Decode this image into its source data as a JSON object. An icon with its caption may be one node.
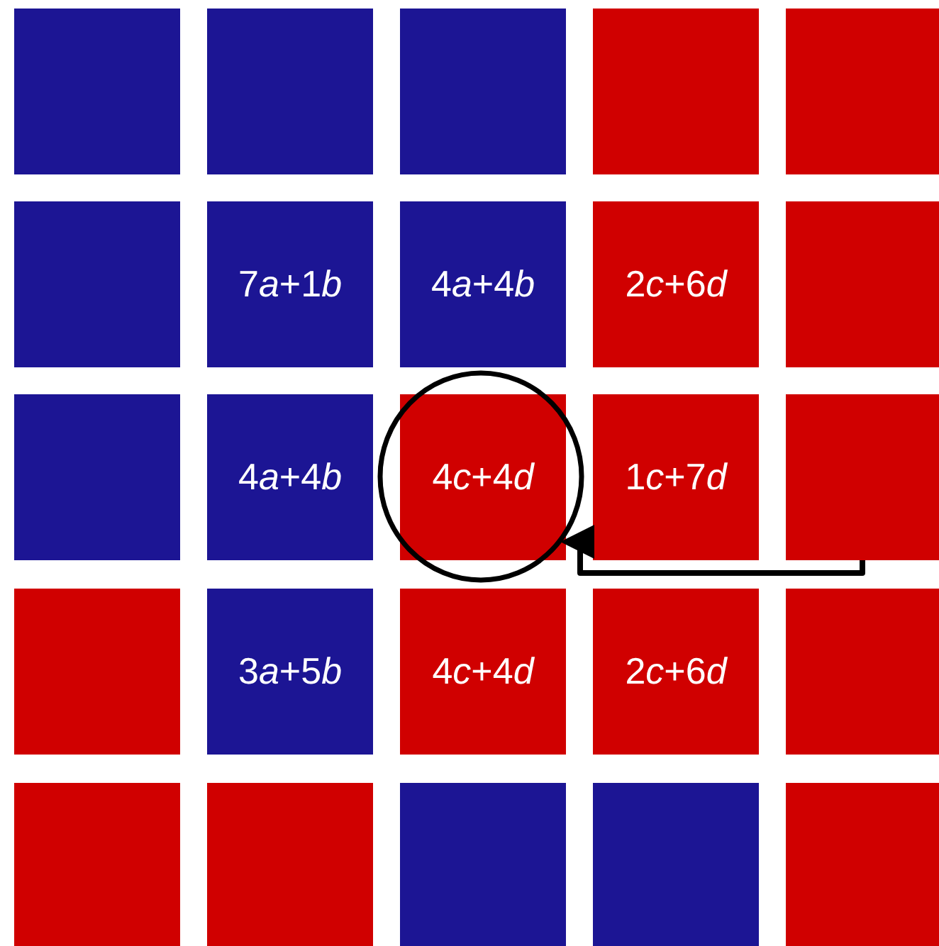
{
  "diagram": {
    "nodes": [
      {
        "text": [],
        "shape": "box"
      },
      {
        "text": [],
        "shape": "box"
      },
      {
        "text": [],
        "shape": "box"
      },
      {
        "text": [],
        "shape": "box"
      },
      {
        "text": [],
        "shape": "box"
      },
      {
        "text": [],
        "shape": "box"
      },
      {
        "text": [
          "7a+1b"
        ]
      },
      {
        "text": [
          "4a+4b"
        ]
      },
      {
        "text": [
          "2c+6d"
        ]
      },
      {
        "text": [],
        "shape": "box"
      },
      {
        "text": [],
        "shape": "box"
      },
      {
        "text": [
          "4a+4b"
        ]
      },
      {
        "text": [
          "4c+4d"
        ]
      },
      {
        "text": [
          "1c+7d"
        ]
      },
      {
        "text": [],
        "shape": "box"
      },
      {
        "text": [],
        "shape": "box"
      },
      {
        "text": [
          "3a+5b"
        ]
      },
      {
        "text": [
          "4c+4d"
        ]
      },
      {
        "text": [
          "2c+6d"
        ]
      },
      {
        "text": [],
        "shape": "box"
      },
      {
        "text": [],
        "shape": "box"
      },
      {
        "text": [],
        "shape": "box"
      },
      {
        "text": [],
        "shape": "box"
      },
      {
        "text": [],
        "shape": "box"
      },
      {
        "text": [],
        "shape": "box"
      }
    ],
    "edges": [
      {
        "from": 14,
        "to": 12,
        "arrow": "to"
      }
    ]
  }
}
